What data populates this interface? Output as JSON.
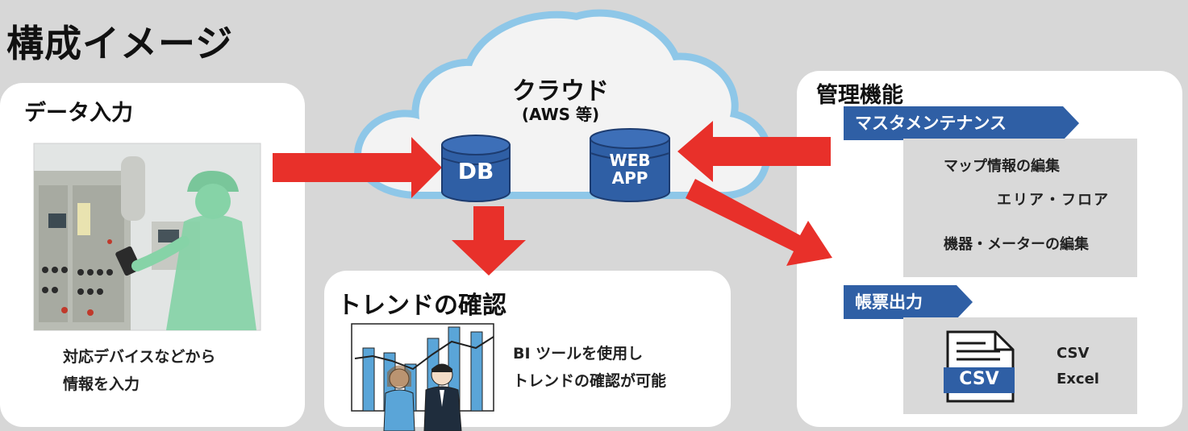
{
  "title": "構成イメージ",
  "cloud": {
    "label": "クラウド",
    "sublabel": "(AWS 等)",
    "db": "DB",
    "app_line1": "WEB",
    "app_line2": "APP"
  },
  "input_panel": {
    "heading": "データ入力",
    "line1": "対応デバイスなどから",
    "line2": "情報を入力"
  },
  "trend_panel": {
    "heading": "トレンドの確認",
    "line1": "BI ツールを使用し",
    "line2": "トレンドの確認が可能"
  },
  "admin_panel": {
    "heading": "管理機能",
    "master_ribbon": "マスタメンテナンス",
    "master_items": [
      "マップ情報の編集",
      "エリア・フロア",
      "機器・メーターの編集"
    ],
    "report_ribbon": "帳票出力",
    "report_icon_label": "CSV",
    "report_items": [
      "CSV",
      "Excel"
    ]
  },
  "colors": {
    "background": "#d7d7d7",
    "arrow": "#e8302a",
    "cylinder": "#2f5fa5",
    "ribbon": "#2f5fa5",
    "cloud_fill": "#f3f3f3",
    "cloud_stroke": "#8ec7e8"
  }
}
